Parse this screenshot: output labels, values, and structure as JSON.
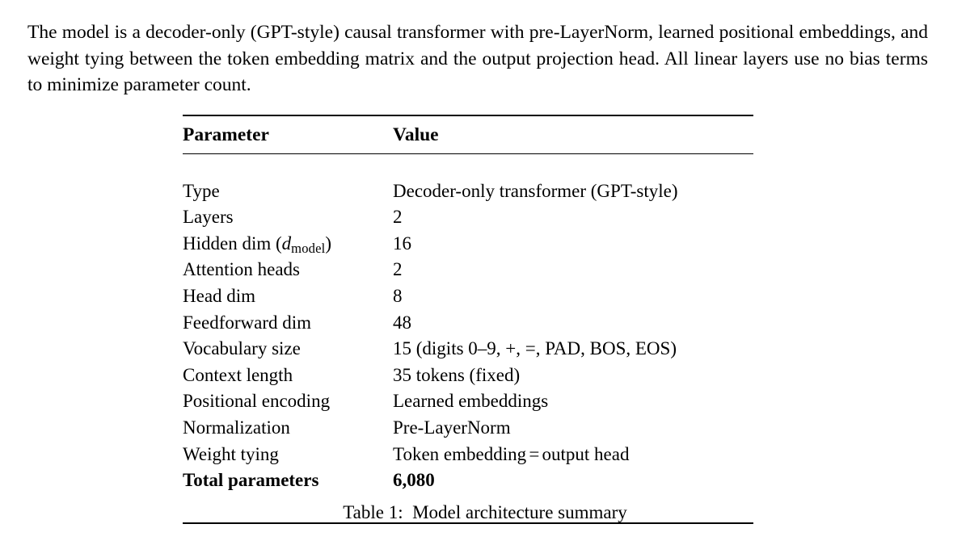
{
  "document": {
    "paragraph": "The model is a decoder-only (GPT-style) causal transformer with pre-LayerNorm, learned po­sitional embeddings, and weight tying between the token embedding matrix and the output projection head. All linear layers use no bias terms to minimize parameter count."
  },
  "table": {
    "headers": {
      "parameter": "Parameter",
      "value": "Value"
    },
    "rows": [
      {
        "parameter": "Type",
        "value": "Decoder-only transformer (GPT-style)"
      },
      {
        "parameter": "Layers",
        "value": "2"
      },
      {
        "parameter": "Hidden dim (dmodel)",
        "value": "16"
      },
      {
        "parameter": "Attention heads",
        "value": "2"
      },
      {
        "parameter": "Head dim",
        "value": "8"
      },
      {
        "parameter": "Feedforward dim",
        "value": "48"
      },
      {
        "parameter": "Vocabulary size",
        "value": "15 (digits 0–9, +, =, PAD, BOS, EOS)"
      },
      {
        "parameter": "Context length",
        "value": "35 tokens (fixed)"
      },
      {
        "parameter": "Positional encoding",
        "value": "Learned embeddings"
      },
      {
        "parameter": "Normalization",
        "value": "Pre-LayerNorm"
      },
      {
        "parameter": "Weight tying",
        "value": "Token embedding = output head"
      },
      {
        "parameter": "Total parameters",
        "value": "6,080"
      }
    ],
    "hidden_dim_row": {
      "prefix": "Hidden dim (",
      "symbol": "d",
      "subscript": "model",
      "suffix": ")"
    },
    "weight_tying_row": {
      "left": "Token embedding",
      "operator": "=",
      "right": "output head"
    }
  },
  "caption": {
    "label": "Table 1:",
    "text": "Model architecture summary"
  }
}
